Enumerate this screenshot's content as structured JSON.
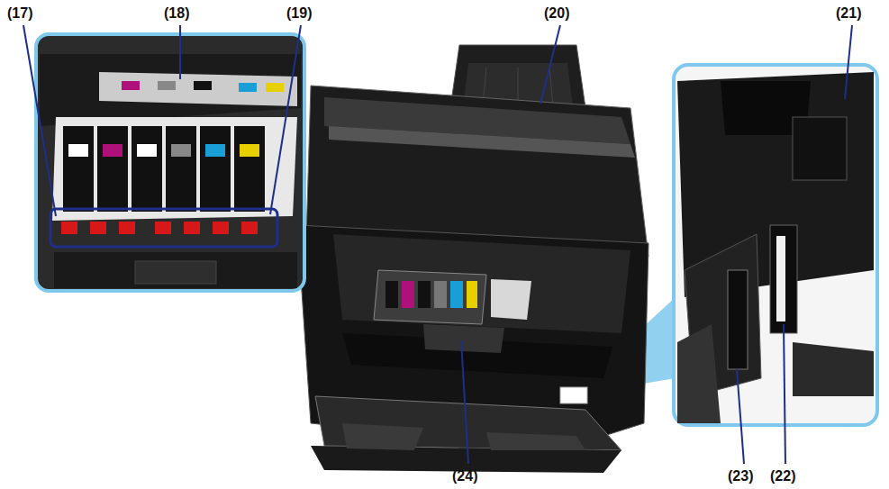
{
  "diagram": {
    "labels": [
      "(17)",
      "(18)",
      "(19)",
      "(20)",
      "(21)",
      "(24)",
      "(23)",
      "(22)"
    ]
  }
}
